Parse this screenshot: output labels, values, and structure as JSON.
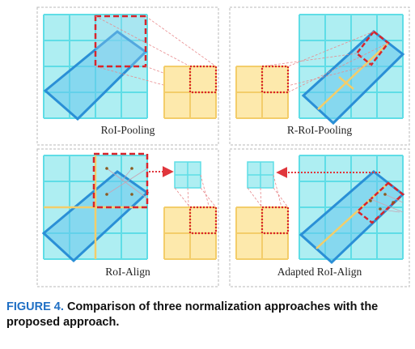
{
  "panels": [
    {
      "label": "RoI-Pooling"
    },
    {
      "label": "R-RoI-Pooling"
    },
    {
      "label": "RoI-Align"
    },
    {
      "label": "Adapted RoI-Align"
    }
  ],
  "caption": {
    "tag": "FIGURE 4.",
    "text": "Comparison of three normalization approaches with the proposed approach."
  },
  "colors": {
    "grid_fill": "#aeeef2",
    "grid_line": "#5fdde6",
    "roi_fill": "#66c6ec",
    "roi_stroke": "#2a8fd6",
    "pool_fill": "#fde9ac",
    "pool_line": "#f3cd6a",
    "red_dash": "#d8242b",
    "panel_border": "#b8b8b8"
  }
}
